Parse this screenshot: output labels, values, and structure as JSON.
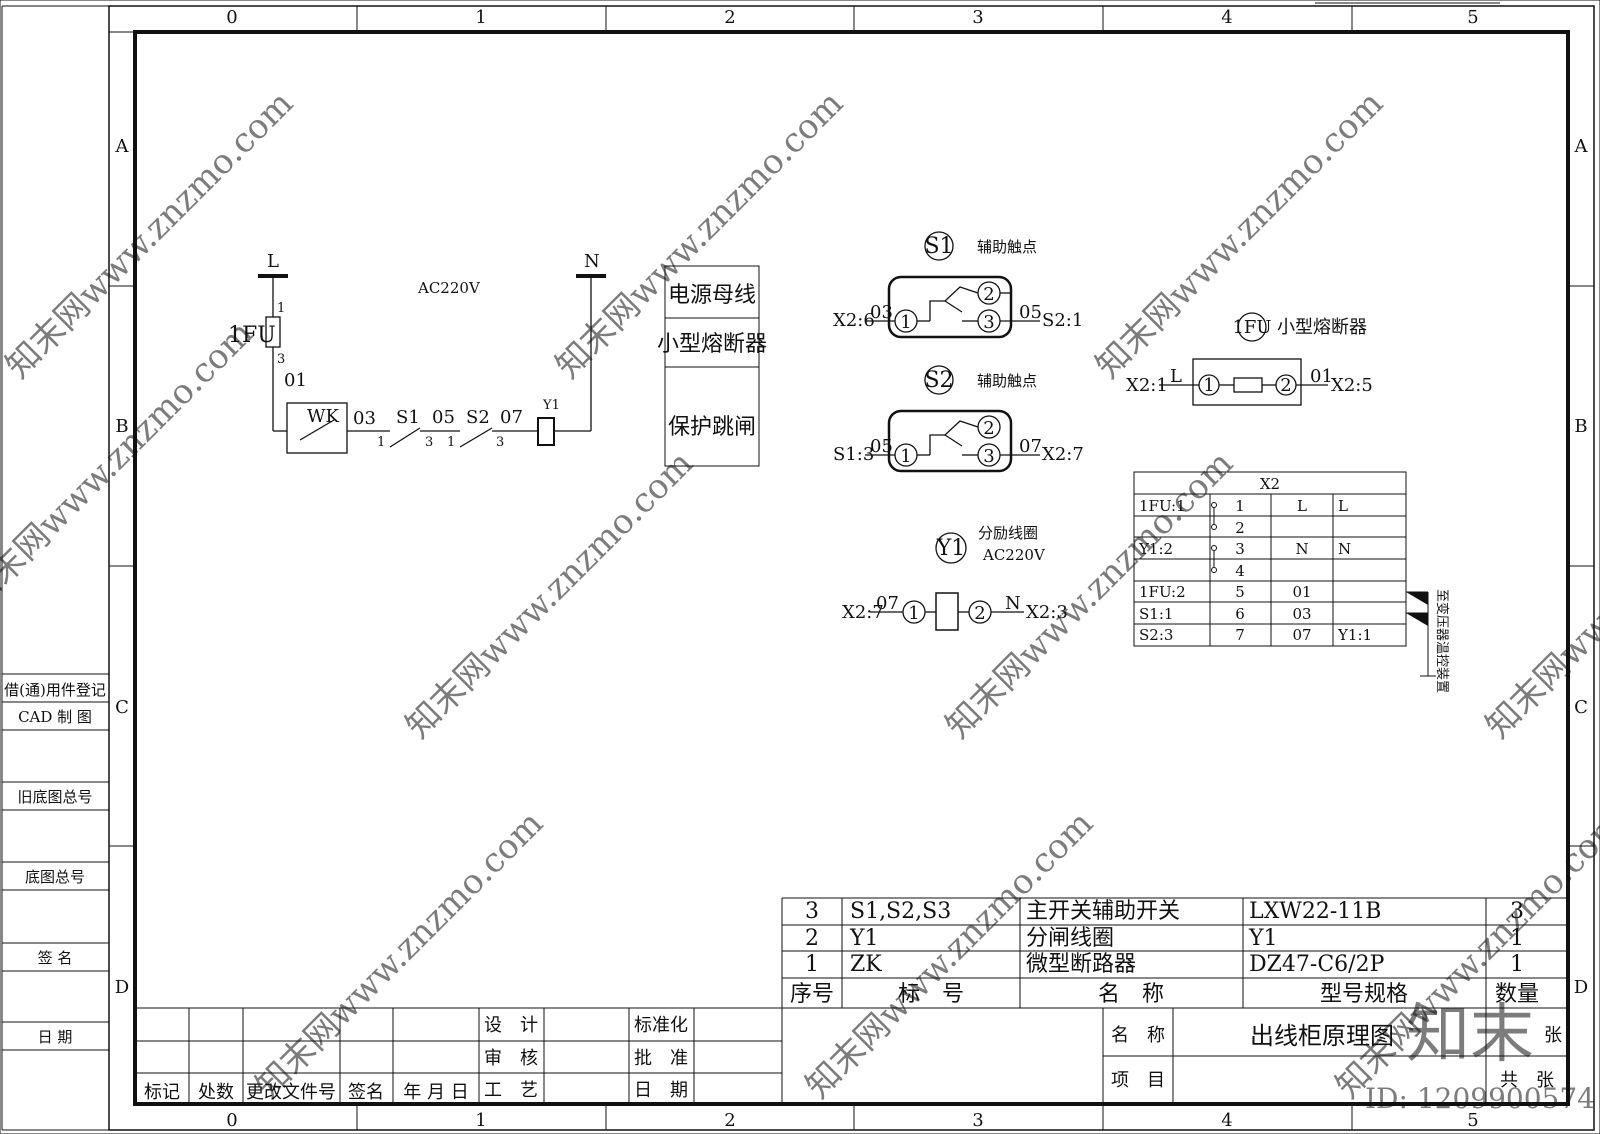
{
  "frame": {
    "columns": [
      "0",
      "1",
      "2",
      "3",
      "4",
      "5"
    ],
    "rows": [
      "A",
      "B",
      "C",
      "D"
    ]
  },
  "side_panel": [
    "借(通)用件登记",
    "CAD 制 图",
    "旧底图总号",
    "底图总号",
    "签 名",
    "日 期"
  ],
  "circuit": {
    "supply_L": "L",
    "supply_N": "N",
    "voltage": "AC220V",
    "fuse": "1FU",
    "fuse_pin_top": "1",
    "fuse_pin_bottom": "3",
    "wire_01": "01",
    "breaker": "WK",
    "wire_03": "03",
    "s1": "S1",
    "s1_pin1": "1",
    "s1_pin3": "3",
    "wire_05": "05",
    "s2": "S2",
    "s2_pin1": "1",
    "s2_pin3": "3",
    "wire_07": "07",
    "coil": "Y1"
  },
  "legend_box": [
    "电源母线",
    "小型熔断器",
    "保护跳闸"
  ],
  "details": {
    "s1": {
      "id": "S1",
      "desc": "辅助触点",
      "left": "X2:6",
      "left_wire": "03",
      "right_wire": "05",
      "right": "S2:1",
      "pin1": "1",
      "pin2": "2",
      "pin3": "3"
    },
    "s2": {
      "id": "S2",
      "desc": "辅助触点",
      "left": "S1:3",
      "left_wire": "05",
      "right_wire": "07",
      "right": "X2:7",
      "pin1": "1",
      "pin2": "2",
      "pin3": "3"
    },
    "y1": {
      "id": "Y1",
      "desc": "分励线圈",
      "voltage": "AC220V",
      "left": "X2:7",
      "left_wire": "07",
      "right_wire": "N",
      "right": "X2:3",
      "pin1": "1",
      "pin2": "2"
    },
    "fu": {
      "id": "1FU",
      "desc": "小型熔断器",
      "left": "X2:1",
      "left_wire": "L",
      "right_wire": "01",
      "right": "X2:5",
      "pin1": "1",
      "pin2": "2"
    }
  },
  "terminal_table": {
    "title": "X2",
    "rows": [
      [
        "1FU:1",
        "1",
        "L",
        "L"
      ],
      [
        "",
        "2",
        "",
        ""
      ],
      [
        "Y1:2",
        "3",
        "N",
        "N"
      ],
      [
        "",
        "4",
        "",
        ""
      ],
      [
        "1FU:2",
        "5",
        "01",
        ""
      ],
      [
        "S1:1",
        "6",
        "03",
        ""
      ],
      [
        "S2:3",
        "7",
        "07",
        "Y1:1"
      ]
    ],
    "note": "至变压器温控装置"
  },
  "bom": {
    "rows": [
      [
        "3",
        "S1,S2,S3",
        "主开关辅助开关",
        "LXW22-11B",
        "3"
      ],
      [
        "2",
        "Y1",
        "分闸线圈",
        "Y1",
        "1"
      ],
      [
        "1",
        "ZK",
        "微型断路器",
        "DZ47-C6/2P",
        "1"
      ]
    ],
    "headers": [
      "序号",
      "标　号",
      "名　称",
      "型号规格",
      "数量"
    ]
  },
  "title_block": {
    "rev_headers": [
      "标记",
      "处数",
      "更改文件号",
      "签名",
      "年 月 日"
    ],
    "roles_a": [
      "设　计",
      "审　核",
      "工　艺"
    ],
    "roles_b": [
      "标准化",
      "批　准",
      "日　期"
    ],
    "name_label": "名　称",
    "drawing_name": "出线柜原理图",
    "project_label": "项　目",
    "sheet_label": "张",
    "total_label": "共　张"
  },
  "watermark": {
    "text": "知末网www.znzmo.com",
    "logo": "知末",
    "id": "ID: 1209900574"
  }
}
